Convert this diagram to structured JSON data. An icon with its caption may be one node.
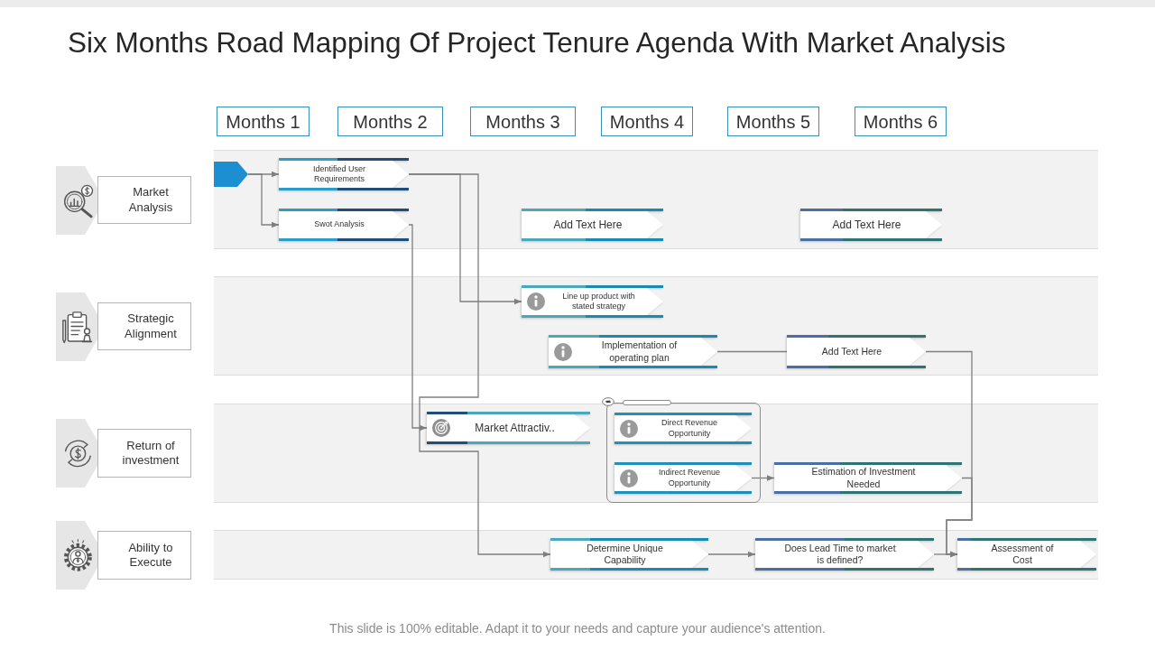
{
  "diagram": {
    "title": "Six Months Road Mapping Of Project Tenure Agenda With Market Analysis",
    "caption": "This slide is 100% editable. Adapt it to your needs and capture your audience's attention.",
    "nodes": [
      {
        "text": [
          "Months 1"
        ]
      },
      {
        "text": [
          "Months 2"
        ]
      },
      {
        "text": [
          "Months 3"
        ]
      },
      {
        "text": [
          "Months 4"
        ]
      },
      {
        "text": [
          "Months 5"
        ]
      },
      {
        "text": [
          "Months 6"
        ]
      },
      {
        "text": [
          "Market Analysis"
        ]
      },
      {
        "text": [],
        "shape": "pentagon"
      },
      {
        "text": [
          "Identified User Requirements"
        ]
      },
      {
        "text": [
          "Swot Analysis"
        ]
      },
      {
        "text": [
          "Add Text Here"
        ]
      },
      {
        "text": [
          "Add Text Here"
        ]
      },
      {
        "text": [
          "Strategic Alignment"
        ]
      },
      {
        "text": [
          "Line up product with stated strategy"
        ]
      },
      {
        "text": [
          "Implementation of operating plan"
        ]
      },
      {
        "text": [
          "Add Text Here"
        ]
      },
      {
        "text": [
          "Return of investment"
        ]
      },
      {
        "text": [
          "Market Attractiv.."
        ]
      },
      {
        "text": [],
        "shape": "box"
      },
      {
        "text": [
          "Direct Revenue Opportunity"
        ],
        "in": 18
      },
      {
        "text": [
          "Indirect Revenue Opportunity"
        ],
        "in": 18
      },
      {
        "text": [
          "Estimation of Investment Needed"
        ]
      },
      {
        "text": [
          "Ability to Execute"
        ]
      },
      {
        "text": [
          "Determine Unique Capability"
        ]
      },
      {
        "text": [
          "Does Lead Time to market is defined?"
        ]
      },
      {
        "text": [
          "Assessment of Cost"
        ]
      }
    ],
    "edges": [
      {
        "from": 7,
        "to": 8,
        "arrow": "to"
      },
      {
        "from": 7,
        "to": 9,
        "arrow": "to"
      },
      {
        "from": 8,
        "to": 13,
        "arrow": "to"
      },
      {
        "from": 8,
        "to": 23,
        "arrow": "to"
      },
      {
        "from": 9,
        "to": 17,
        "arrow": "to"
      },
      {
        "from": 14,
        "to": 15,
        "arrow": "none"
      },
      {
        "from": 15,
        "to": 25,
        "arrow": "to"
      },
      {
        "from": 20,
        "to": 21,
        "arrow": "to"
      },
      {
        "from": 21,
        "to": 25,
        "arrow": "to"
      },
      {
        "from": 23,
        "to": 24,
        "arrow": "to"
      },
      {
        "from": 24,
        "to": 25,
        "arrow": "to"
      }
    ]
  }
}
